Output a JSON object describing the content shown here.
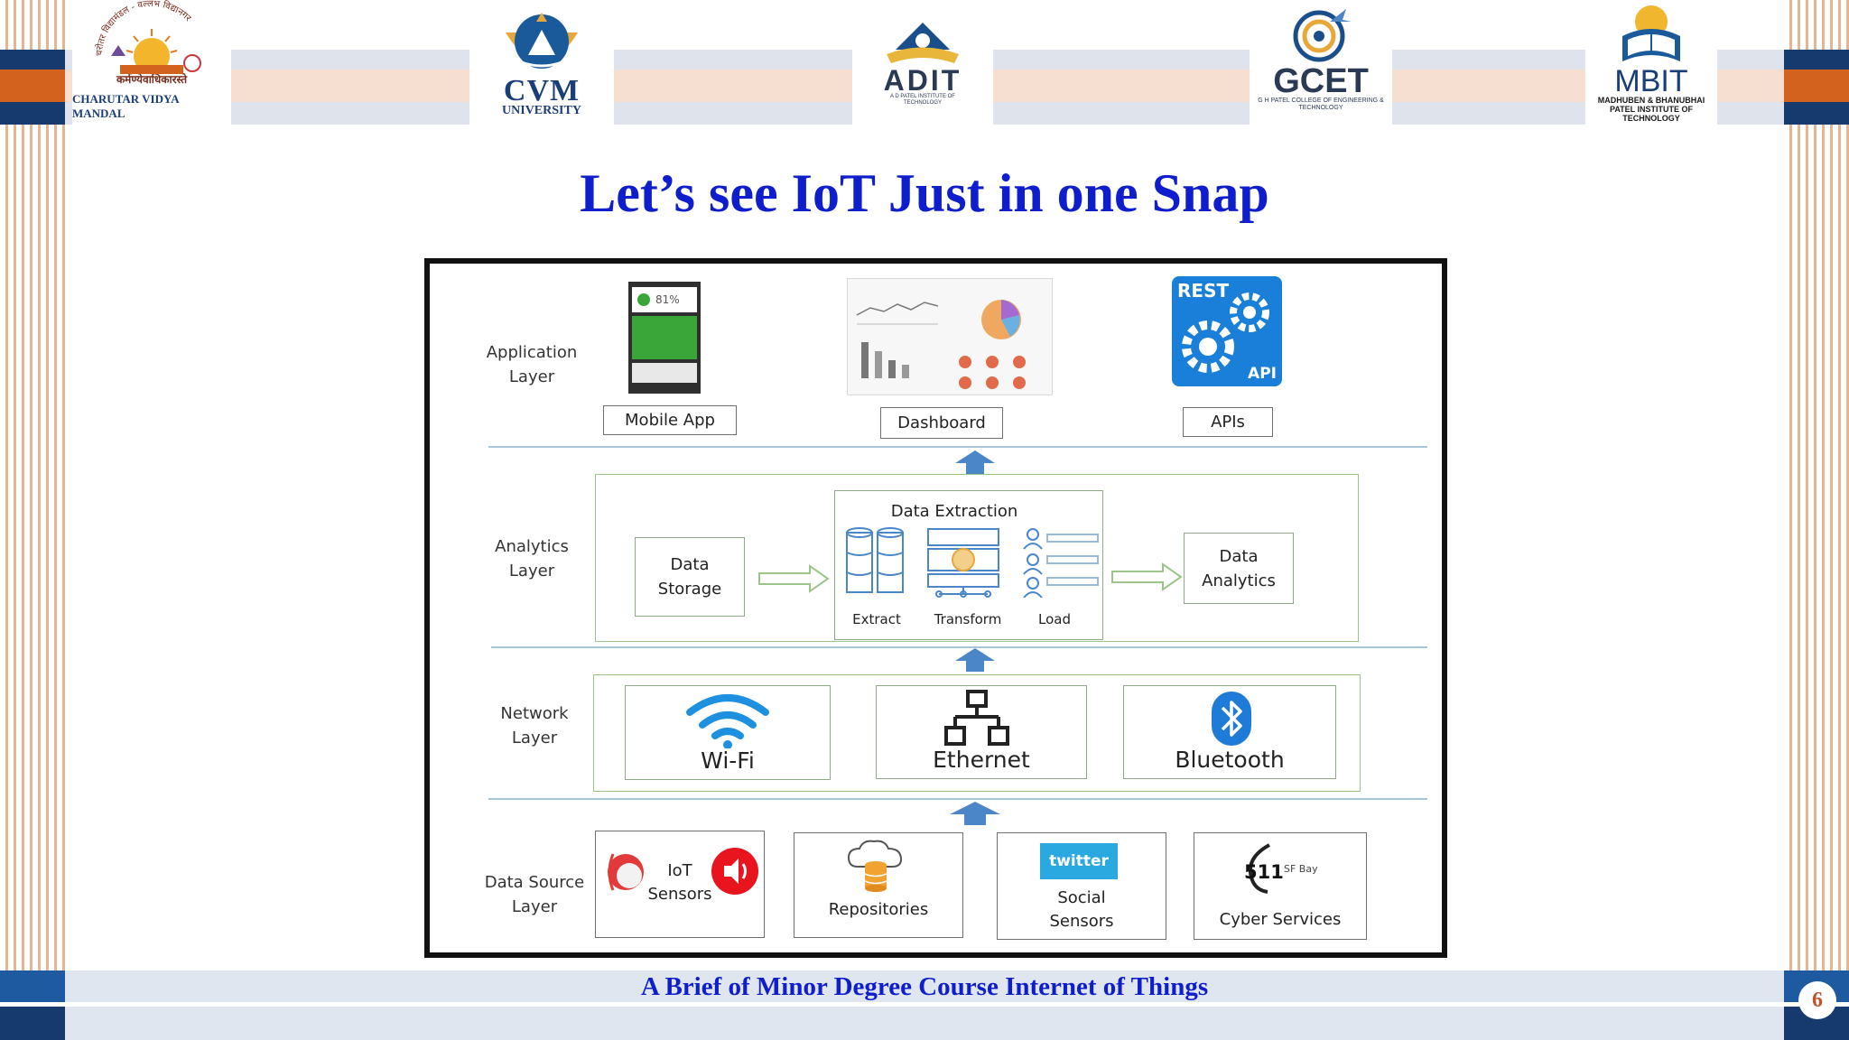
{
  "header": {
    "logos": [
      {
        "name": "charutar-vidya-mandal",
        "label": "CHARUTAR VIDYA MANDAL",
        "motto": "कर्मण्येवाधिकारस्ते",
        "arc_text": "चरोतर विद्यामंडल - वल्लभ विद्यानगर"
      },
      {
        "name": "cvm-university",
        "label": "CVM",
        "sublabel": "UNIVERSITY"
      },
      {
        "name": "adit",
        "label": "ADIT",
        "sublabel": "A D PATEL INSTITUTE OF TECHNOLOGY"
      },
      {
        "name": "gcet",
        "label": "GCET",
        "sublabel": "G H PATEL COLLEGE OF ENGINEERING & TECHNOLOGY"
      },
      {
        "name": "mbit",
        "label": "MBIT",
        "sublabel": "MADHUBEN & BHANUBHAI PATEL INSTITUTE OF TECHNOLOGY"
      }
    ]
  },
  "title": "Let’s see IoT Just in one Snap",
  "diagram": {
    "layers": {
      "application": "Application\nLayer",
      "analytics": "Analytics\nLayer",
      "network": "Network\nLayer",
      "data_source": "Data Source\nLayer"
    },
    "application": {
      "mobile_app": "Mobile App",
      "mobile_value": "81%",
      "dashboard": "Dashboard",
      "apis": "APIs",
      "rest_text": "REST",
      "api_text": "API"
    },
    "analytics": {
      "data_storage": "Data\nStorage",
      "data_extraction": "Data Extraction",
      "extract": "Extract",
      "transform": "Transform",
      "load": "Load",
      "data_analytics": "Data\nAnalytics"
    },
    "network": {
      "wifi": "Wi-Fi",
      "ethernet": "Ethernet",
      "bluetooth": "Bluetooth"
    },
    "data_source": {
      "iot_sensors": "IoT\nSensors",
      "repositories": "Repositories",
      "social_sensors": "Social\nSensors",
      "twitter": "twitter",
      "cyber_services": "Cyber Services",
      "badge_511": "511",
      "sf_bay": "SF Bay"
    }
  },
  "footer": {
    "course": "A Brief of Minor Degree Course Internet of Things",
    "page_number": "6"
  },
  "colors": {
    "title_blue": "#0f1ecc",
    "navy": "#163a6e",
    "orange": "#d4621f",
    "arrow_blue": "#4a86c8"
  }
}
